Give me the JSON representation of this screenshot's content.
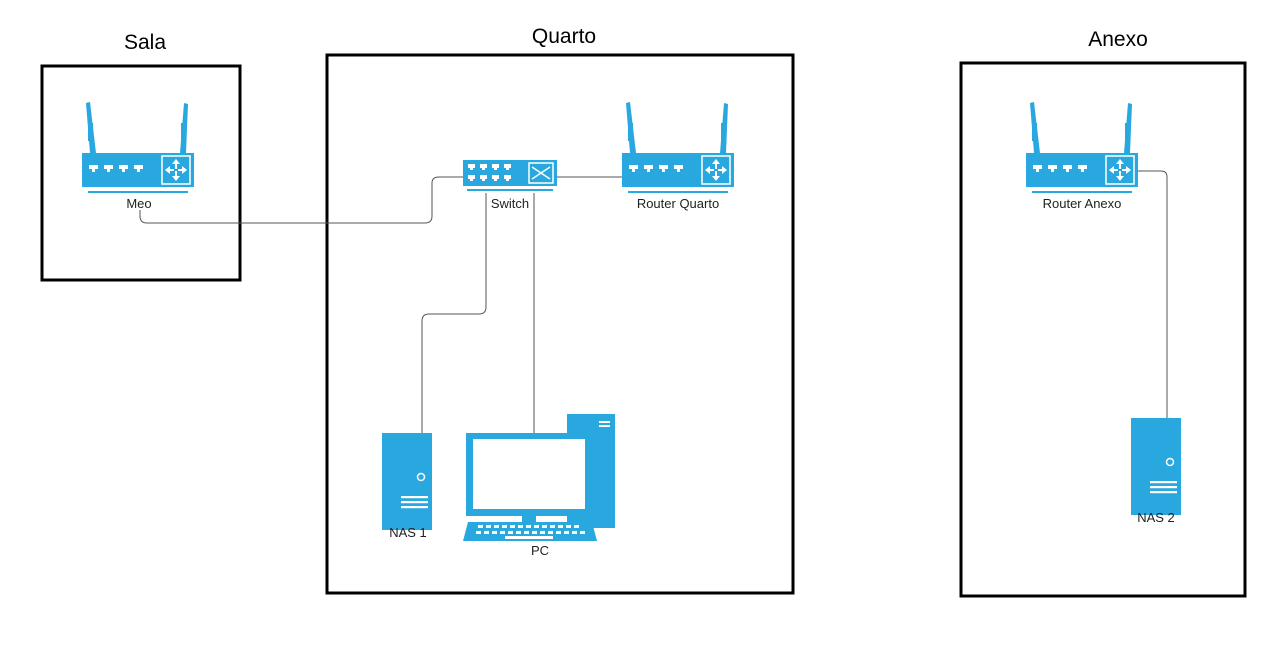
{
  "rooms": {
    "sala": {
      "title": "Sala"
    },
    "quarto": {
      "title": "Quarto"
    },
    "anexo": {
      "title": "Anexo"
    }
  },
  "devices": {
    "meo": {
      "label": "Meo",
      "icon": "router-icon"
    },
    "switch": {
      "label": "Switch",
      "icon": "switch-icon"
    },
    "router_quarto": {
      "label": "Router Quarto",
      "icon": "router-icon"
    },
    "nas1": {
      "label": "NAS 1",
      "icon": "server-icon"
    },
    "pc": {
      "label": "PC",
      "icon": "desktop-pc-icon"
    },
    "router_anexo": {
      "label": "Router Anexo",
      "icon": "router-icon"
    },
    "nas2": {
      "label": "NAS 2",
      "icon": "server-icon"
    }
  },
  "colors": {
    "device": "#29A8E0",
    "device_detail": "#ffffff",
    "room_border": "#000000",
    "cable": "#555555"
  }
}
